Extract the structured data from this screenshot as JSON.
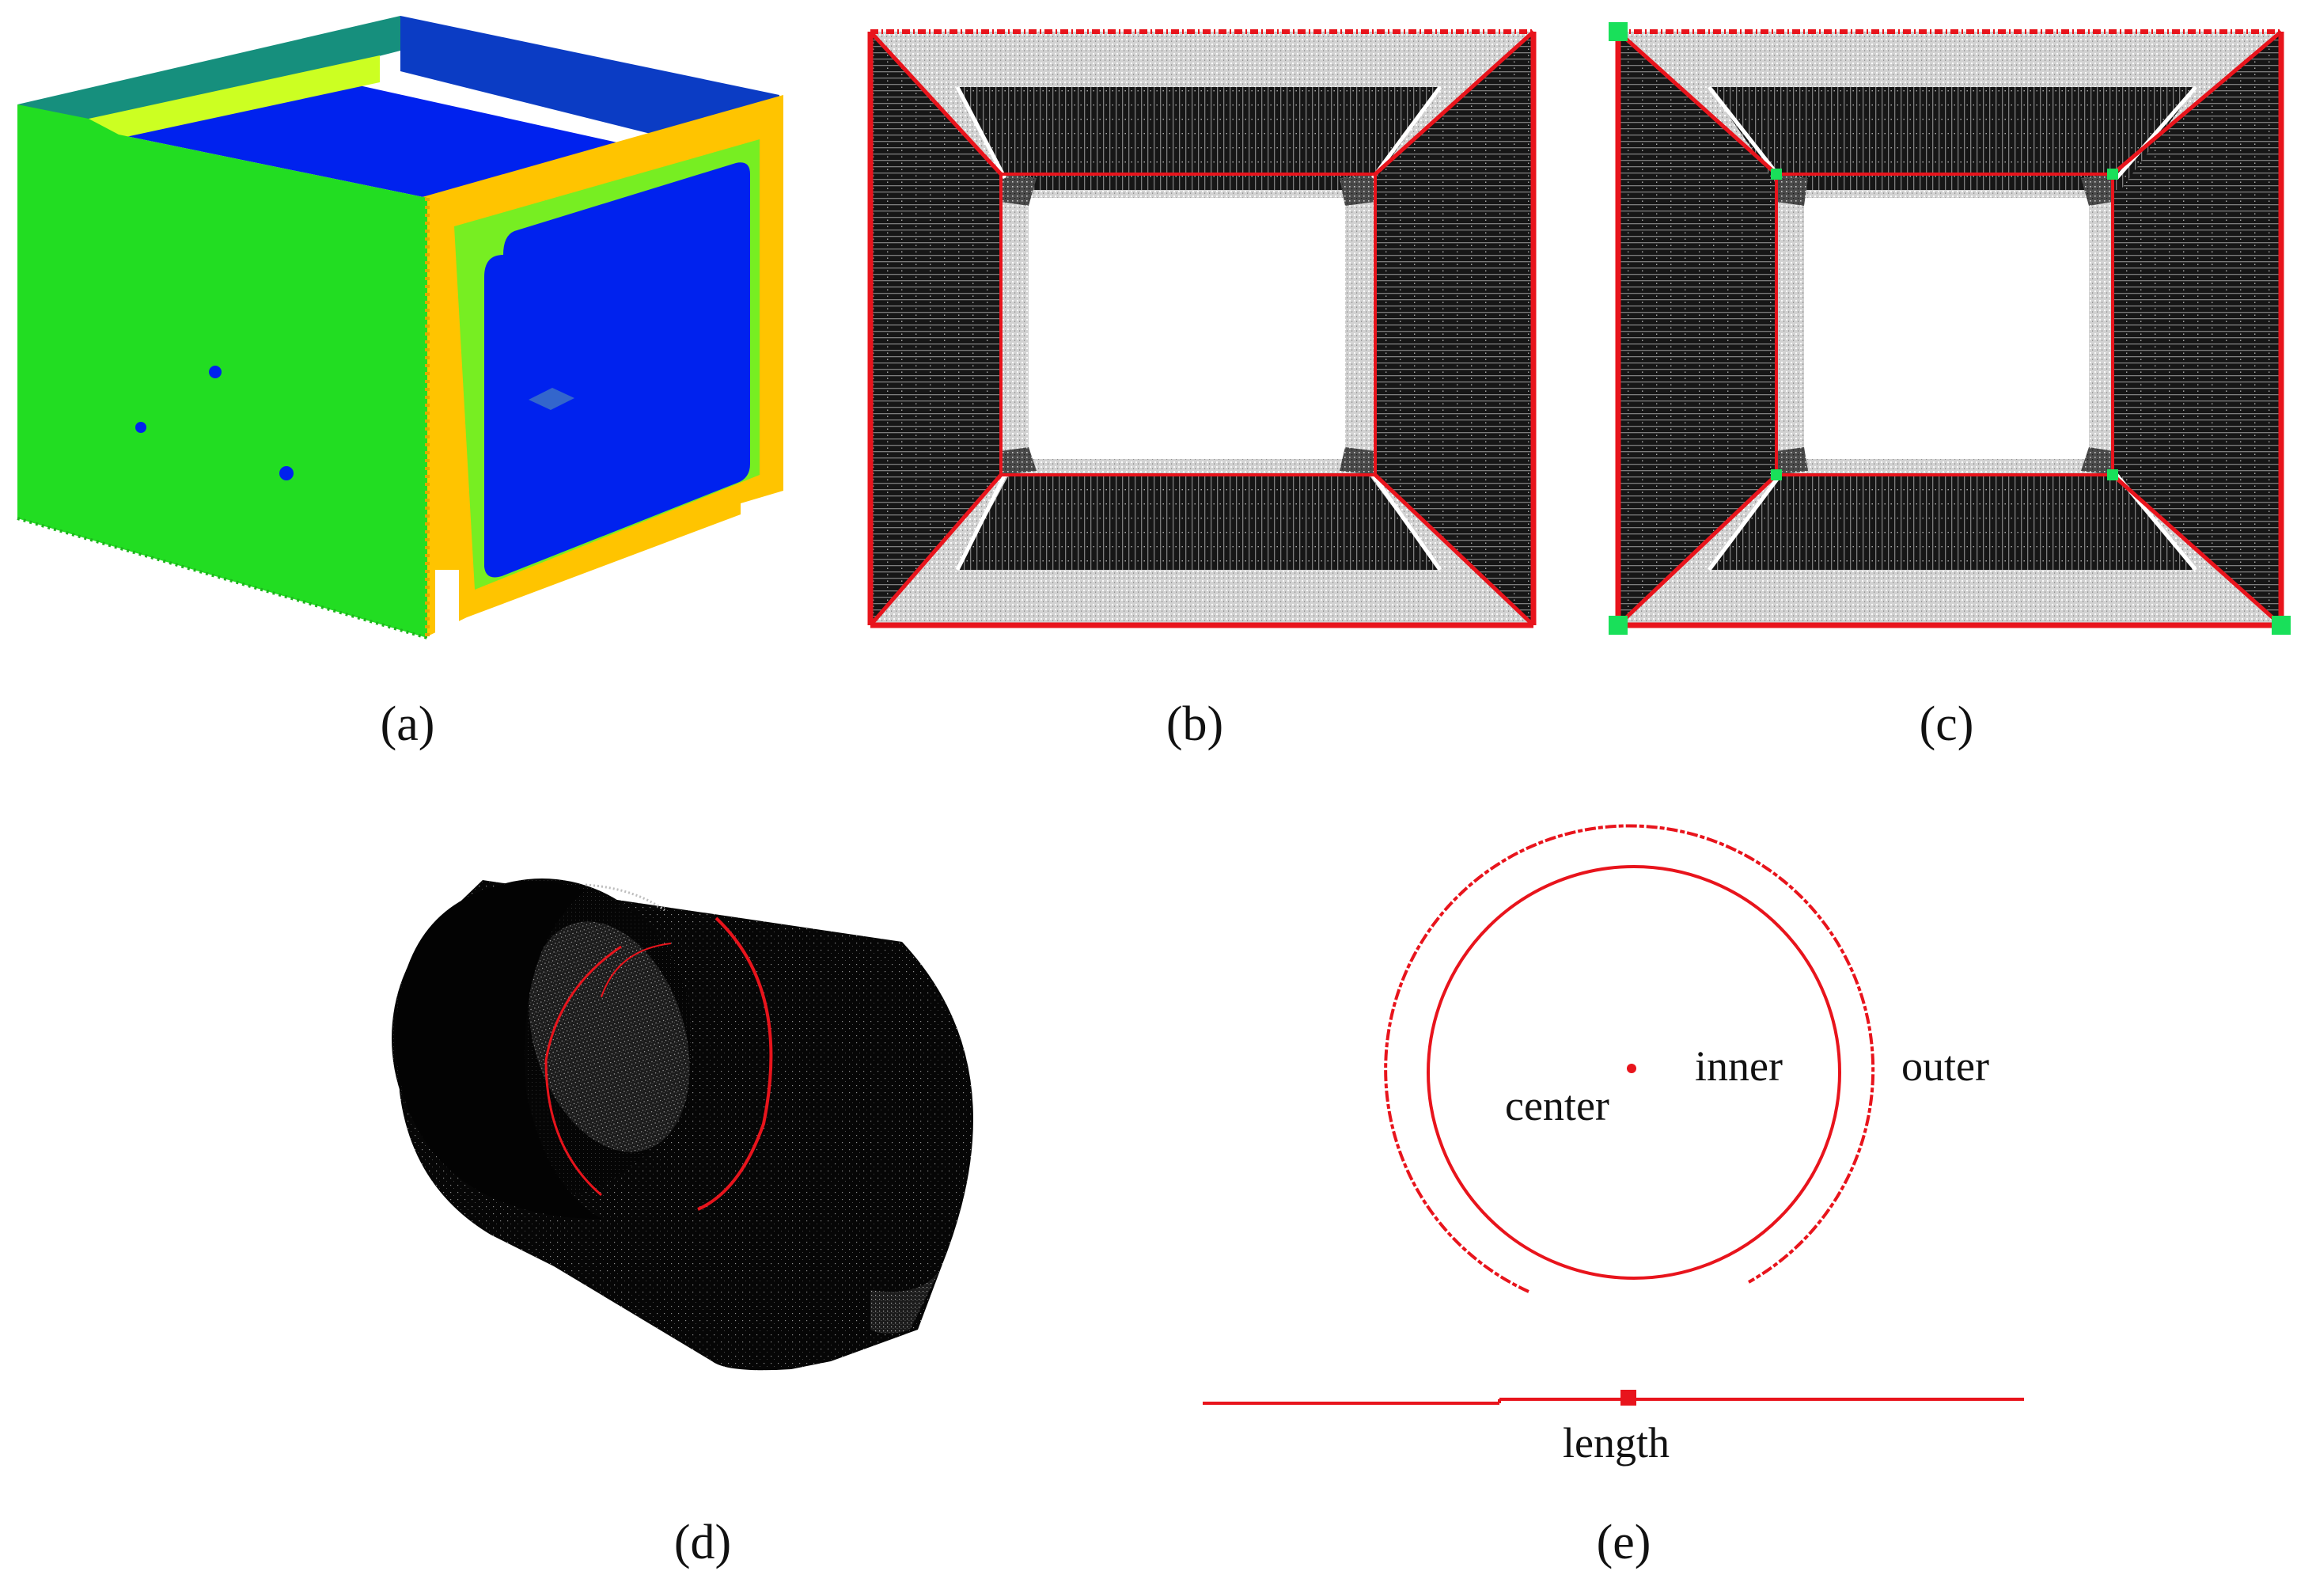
{
  "panels": {
    "a": {
      "caption": "(a)"
    },
    "b": {
      "caption": "(b)"
    },
    "c": {
      "caption": "(c)"
    },
    "d": {
      "caption": "(d)"
    },
    "e": {
      "caption": "(e)",
      "labels": {
        "center": "center",
        "inner": "inner",
        "outer": "outer",
        "length": "length"
      }
    }
  },
  "colors": {
    "edge_red": "#e8141c",
    "corner_green": "#19e05a",
    "box_green": "#22dd22",
    "box_blue": "#0022ee",
    "box_navy_blue": "#0b3cc4",
    "box_teal": "#168f7d",
    "box_yellow": "#ffc400",
    "box_lime": "#ccff22",
    "cloud_black": "#0a0a0a",
    "cloud_gray": "#8a8a8a"
  }
}
